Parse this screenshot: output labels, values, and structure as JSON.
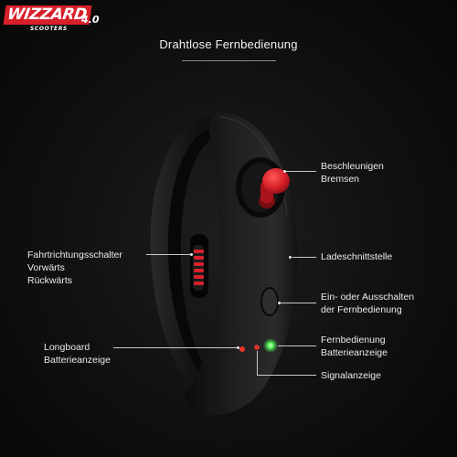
{
  "logo": {
    "brand": "WIZZARD",
    "version": "4.0",
    "subline": "SCOOTERS"
  },
  "title": "Drahtlose Fernbedienung",
  "colors": {
    "accent": "#d8202a",
    "body": "#1a1a1a",
    "led_green": "#49e04d",
    "led_red": "#e8342a"
  },
  "labels": {
    "accelerate_line1": "Beschleunigen",
    "accelerate_line2": "Bremsen",
    "direction_line1": "Fahrtrichtungsschalter",
    "direction_line2": "Vorwärts",
    "direction_line3": "Rückwärts",
    "charging": "Ladeschnittstelle",
    "power_line1": "Ein- oder Ausschalten",
    "power_line2": "der Fernbedienung",
    "remote_battery_line1": "Fernbedienung",
    "remote_battery_line2": "Batterieanzeige",
    "board_battery_line1": "Longboard",
    "board_battery_line2": "Batterieanzeige",
    "signal": "Signalanzeige"
  }
}
